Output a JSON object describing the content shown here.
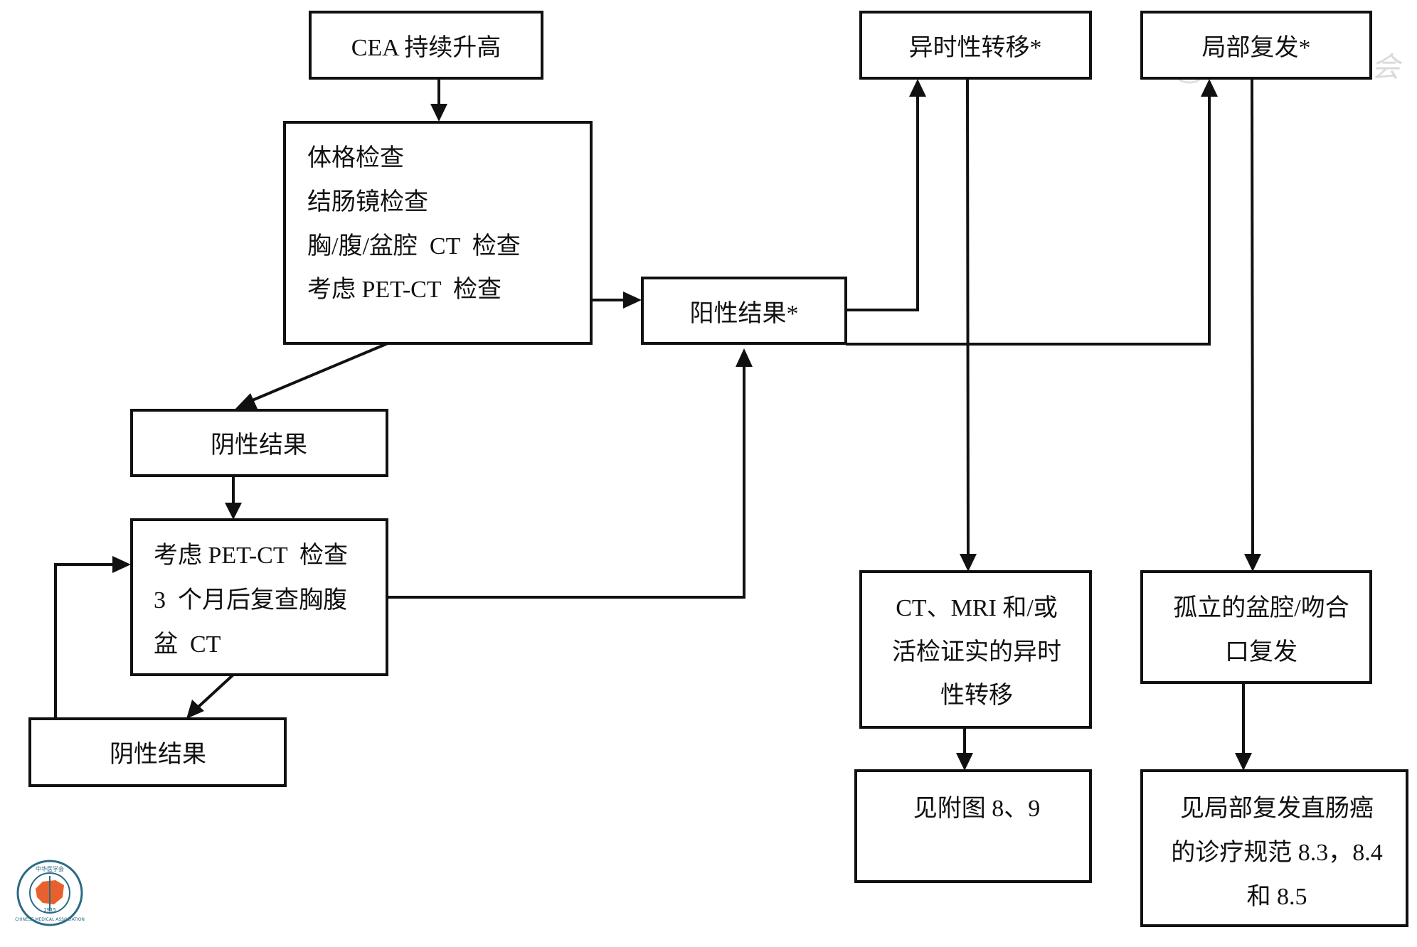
{
  "diagram": {
    "nodes": [
      {
        "id": "cea",
        "lines": [
          "CEA 持续升高"
        ]
      },
      {
        "id": "workup",
        "lines": [
          "体格检查",
          "结肠镜检查",
          "胸/腹/盆腔  CT  检查",
          "考虑 PET-CT  检查"
        ]
      },
      {
        "id": "positive",
        "lines": [
          "阳性结果*"
        ]
      },
      {
        "id": "negative1",
        "lines": [
          "阴性结果"
        ]
      },
      {
        "id": "followup",
        "lines": [
          "考虑 PET-CT  检查",
          "3  个月后复查胸腹",
          "盆  CT"
        ]
      },
      {
        "id": "negative2",
        "lines": [
          "阴性结果"
        ]
      },
      {
        "id": "metachronous",
        "lines": [
          "异时性转移*"
        ]
      },
      {
        "id": "local",
        "lines": [
          "局部复发*"
        ]
      },
      {
        "id": "confirmed",
        "lines": [
          "CT、MRI 和/或",
          "活检证实的异时",
          "性转移"
        ]
      },
      {
        "id": "isolated",
        "lines": [
          "孤立的盆腔/吻合",
          "口复发"
        ]
      },
      {
        "id": "see_fig",
        "lines": [
          "见附图 8、9"
        ]
      },
      {
        "id": "see_guideline",
        "lines": [
          "见局部复发直肠癌",
          "的诊疗规范 8.3，8.4",
          "和 8.5"
        ]
      }
    ],
    "edges": [
      {
        "from": "cea",
        "to": "workup"
      },
      {
        "from": "workup",
        "to": "positive"
      },
      {
        "from": "workup",
        "to": "negative1"
      },
      {
        "from": "negative1",
        "to": "followup"
      },
      {
        "from": "followup",
        "to": "positive"
      },
      {
        "from": "followup",
        "to": "negative2"
      },
      {
        "from": "negative2",
        "to": "followup"
      },
      {
        "from": "positive",
        "to": "metachronous"
      },
      {
        "from": "positive",
        "to": "local"
      },
      {
        "from": "metachronous",
        "to": "confirmed"
      },
      {
        "from": "local",
        "to": "isolated"
      },
      {
        "from": "confirmed",
        "to": "see_fig"
      },
      {
        "from": "isolated",
        "to": "see_guideline"
      }
    ]
  },
  "watermark": {
    "text": "中华医学会"
  },
  "logo": {
    "top_text": "中华医学会",
    "ring_text": "CHINESE MEDICAL ASSOCIATION",
    "year": "1915",
    "colors": {
      "ring": "#2b6a84",
      "map": "#e8612c"
    }
  }
}
